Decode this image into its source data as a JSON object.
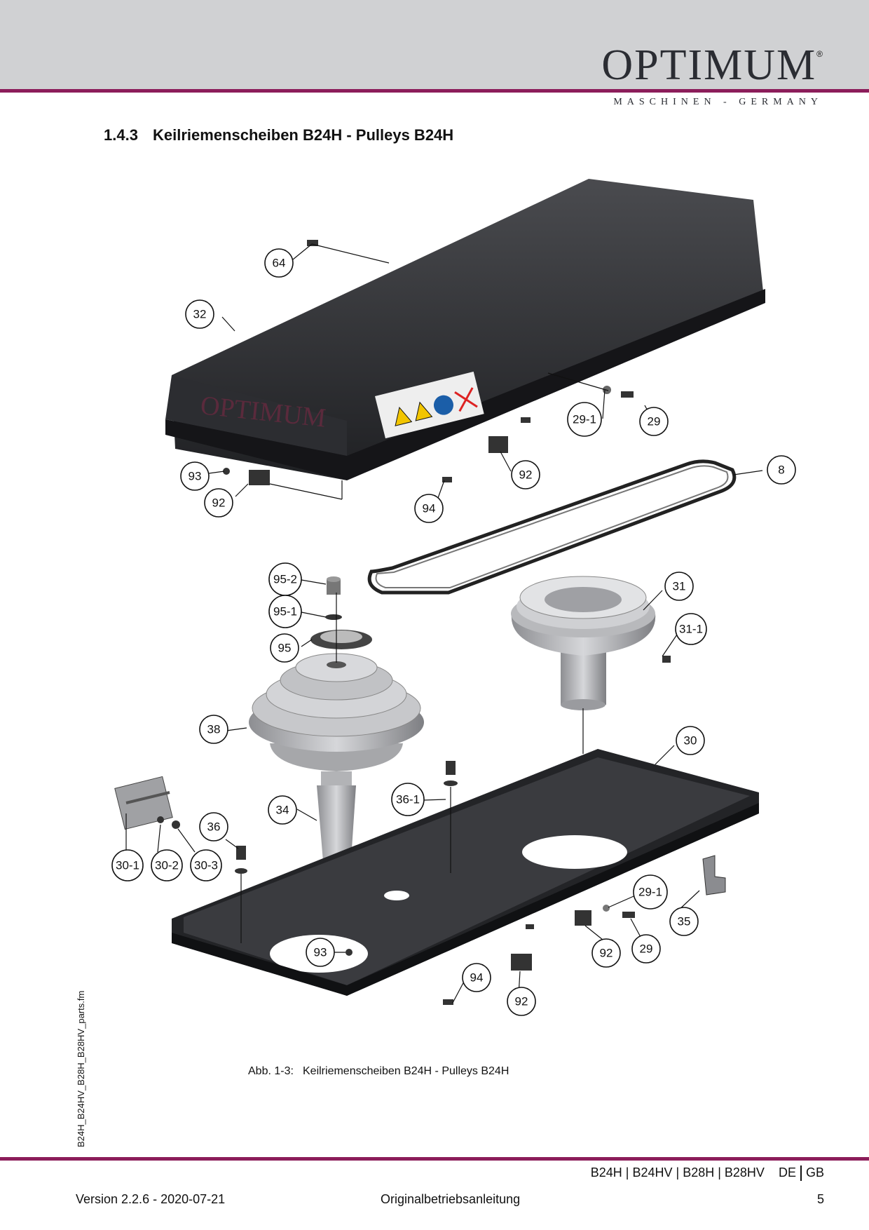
{
  "header": {
    "brand": "OPTIMUM",
    "registered": "®",
    "subtitle": "MASCHINEN - GERMANY"
  },
  "section": {
    "number": "1.4.3",
    "title": "Keilriemenscheiben B24H - Pulleys B24H"
  },
  "diagram": {
    "cover_brand": "OPTIMUM",
    "callouts": [
      "64",
      "32",
      "29-1",
      "29",
      "93",
      "92",
      "92",
      "94",
      "8",
      "95-2",
      "95-1",
      "95",
      "31",
      "31-1",
      "38",
      "30",
      "34",
      "36-1",
      "36",
      "30-1",
      "30-2",
      "30-3",
      "29-1",
      "35",
      "29",
      "92",
      "93",
      "94",
      "92"
    ]
  },
  "caption": {
    "label": "Abb. 1-3:",
    "text": "Keilriemenscheiben B24H - Pulleys B24H"
  },
  "side_label": "B24H_B24HV_B28H_B28HV_parts.fm",
  "footer": {
    "models": [
      "B24H",
      "B24HV",
      "B28H",
      "B28HV"
    ],
    "languages": "DE",
    "languages2": "GB",
    "version": "Version 2.2.6 - 2020-07-21",
    "manual": "Originalbetriebsanleitung",
    "page": "5"
  }
}
